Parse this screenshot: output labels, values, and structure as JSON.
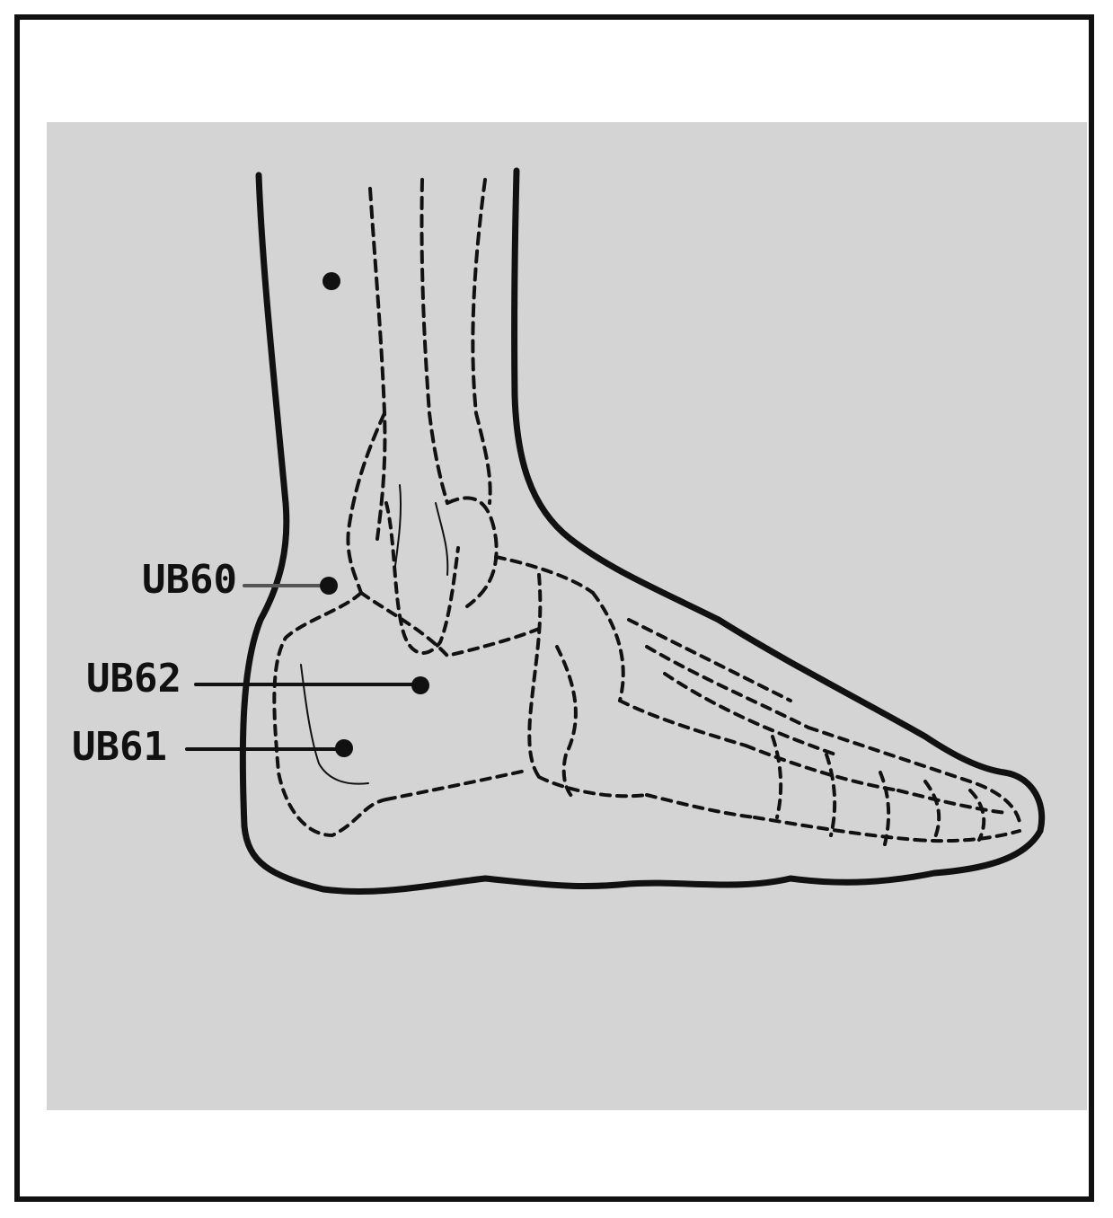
{
  "diagram": {
    "colors": {
      "ink": "#111111",
      "panel": "#d4d4d4",
      "frame": "#111111",
      "background": "#ffffff"
    },
    "points": [
      {
        "id": "unlabeled",
        "label": ""
      },
      {
        "id": "ub60",
        "label": "UB60"
      },
      {
        "id": "ub62",
        "label": "UB62"
      },
      {
        "id": "ub61",
        "label": "UB61"
      }
    ]
  }
}
